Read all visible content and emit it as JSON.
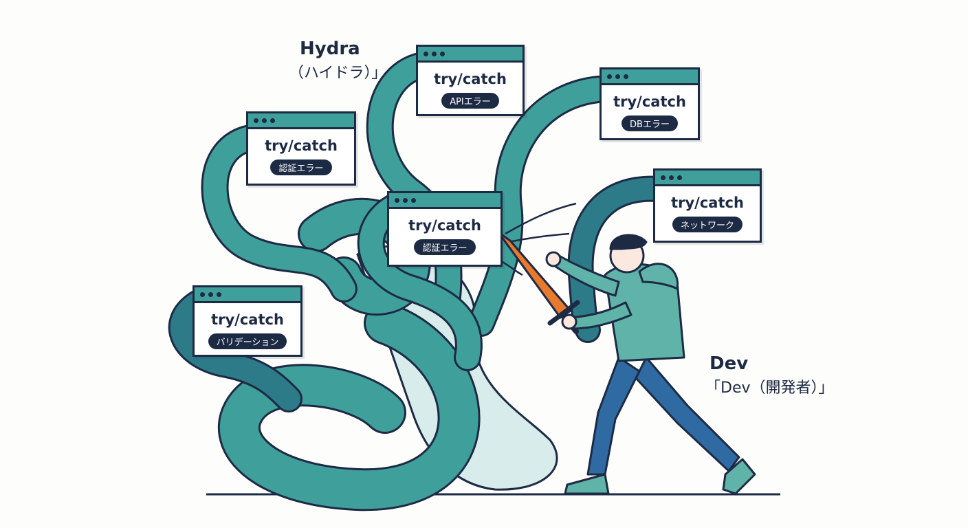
{
  "hydra": {
    "title": "Hydra",
    "subtitle": "（ハイドラ）」"
  },
  "dev": {
    "title": "Dev",
    "subtitle": "「Dev（開発者）」"
  },
  "heads": [
    {
      "code": "try/catch",
      "tag": "APIエラー"
    },
    {
      "code": "try/catch",
      "tag": "DBエラー"
    },
    {
      "code": "try/catch",
      "tag": "認証エラー"
    },
    {
      "code": "try/catch",
      "tag": "認証エラー"
    },
    {
      "code": "try/catch",
      "tag": "ネットワーク"
    },
    {
      "code": "try/catch",
      "tag": "バリデーション"
    }
  ],
  "colors": {
    "serpent_teal": "#3f9f9a",
    "serpent_dark": "#2d7a88",
    "outline_navy": "#1d2a44",
    "sword_orange": "#e87a2e",
    "hoodie_teal": "#5fb3a8",
    "jeans_blue": "#2f6aa3"
  }
}
